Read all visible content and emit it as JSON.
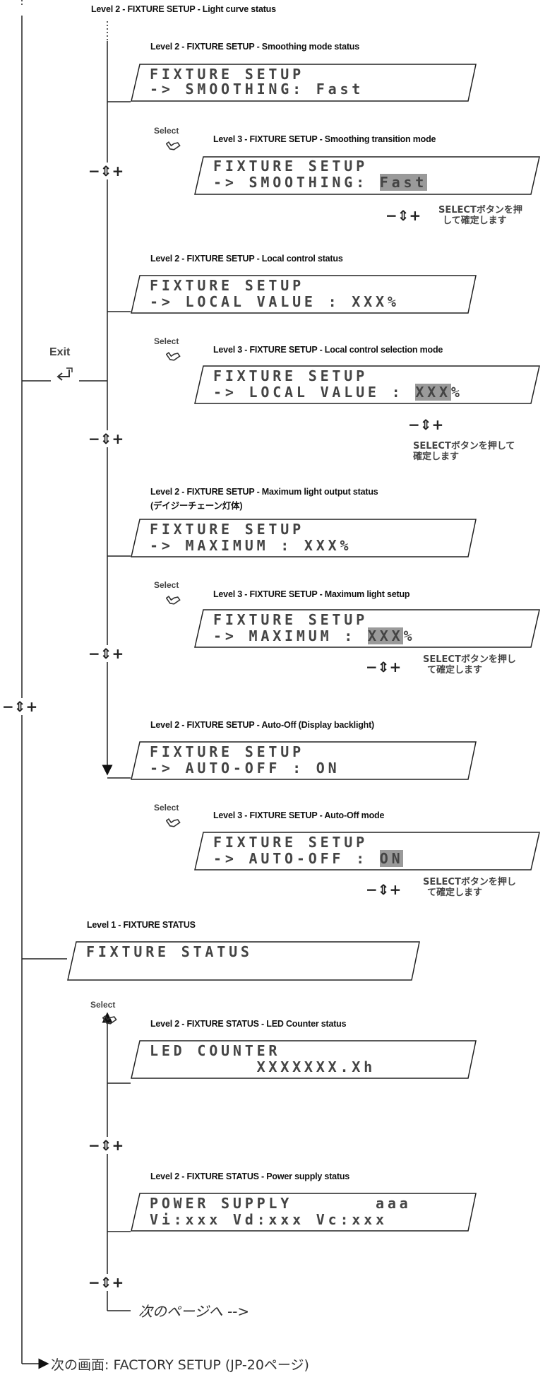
{
  "top_heading": "Level 2 - FIXTURE SETUP - Light curve status",
  "nav_label": "−⇕+",
  "select_label": "Select",
  "exit_label": "Exit",
  "smoothing": {
    "status_heading": "Level 2 - FIXTURE SETUP - Smoothing mode status",
    "status_line1": "FIXTURE SETUP",
    "status_line2": "-> SMOOTHING: Fast",
    "mode_heading": "Level 3 - FIXTURE SETUP - Smoothing transition mode",
    "mode_line1": "FIXTURE SETUP",
    "mode_line2_prefix": "-> SMOOTHING: ",
    "mode_line2_value": "Fast",
    "confirm_line1": "SELECTボタンを押",
    "confirm_line2": "して確定します"
  },
  "local": {
    "status_heading": "Level 2 - FIXTURE SETUP - Local control status",
    "status_line1": "FIXTURE SETUP",
    "status_line2": "-> LOCAL VALUE : XXX%",
    "mode_heading": "Level 3 - FIXTURE SETUP - Local control selection mode",
    "mode_line1": "FIXTURE SETUP",
    "mode_line2_prefix": "-> LOCAL VALUE : ",
    "mode_line2_value": "XXX",
    "mode_line2_suffix": "%",
    "confirm_line1": "SELECTボタンを押して",
    "confirm_line2": "確定します"
  },
  "maximum": {
    "status_heading": "Level 2 - FIXTURE SETUP - Maximum light output status",
    "status_heading2": "(デイジーチェーン灯体)",
    "status_line1": "FIXTURE SETUP",
    "status_line2": "-> MAXIMUM : XXX%",
    "mode_heading": "Level 3 - FIXTURE SETUP - Maximum light setup",
    "mode_line1": "FIXTURE SETUP",
    "mode_line2_prefix": "-> MAXIMUM : ",
    "mode_line2_value": "XXX",
    "mode_line2_suffix": "%",
    "confirm_line1": "SELECTボタンを押し",
    "confirm_line2": "て確定します"
  },
  "autooff": {
    "status_heading": "Level 2 - FIXTURE SETUP - Auto-Off (Display backlight)",
    "status_line1": "FIXTURE SETUP",
    "status_line2": "-> AUTO-OFF : ON",
    "mode_heading": "Level 3 - FIXTURE SETUP - Auto-Off mode",
    "mode_line1": "FIXTURE SETUP",
    "mode_line2_prefix": "-> AUTO-OFF : ",
    "mode_line2_value": "ON",
    "confirm_line1": "SELECTボタンを押し",
    "confirm_line2": "て確定します"
  },
  "fixture_status": {
    "heading": "Level 1 - FIXTURE STATUS",
    "line1": "FIXTURE STATUS"
  },
  "led_counter": {
    "heading": "Level 2 - FIXTURE STATUS - LED Counter status",
    "line1": "LED COUNTER",
    "line2": "         XXXXXXX.Xh"
  },
  "power_supply": {
    "heading": "Level 2 - FIXTURE STATUS - Power supply status",
    "line1": "POWER SUPPLY       aaa",
    "line2": "Vi:xxx Vd:xxx Vc:xxx"
  },
  "next_page_note": "次のページへ -->",
  "footer_text": "次の画面: FACTORY SETUP (JP-20ページ)"
}
